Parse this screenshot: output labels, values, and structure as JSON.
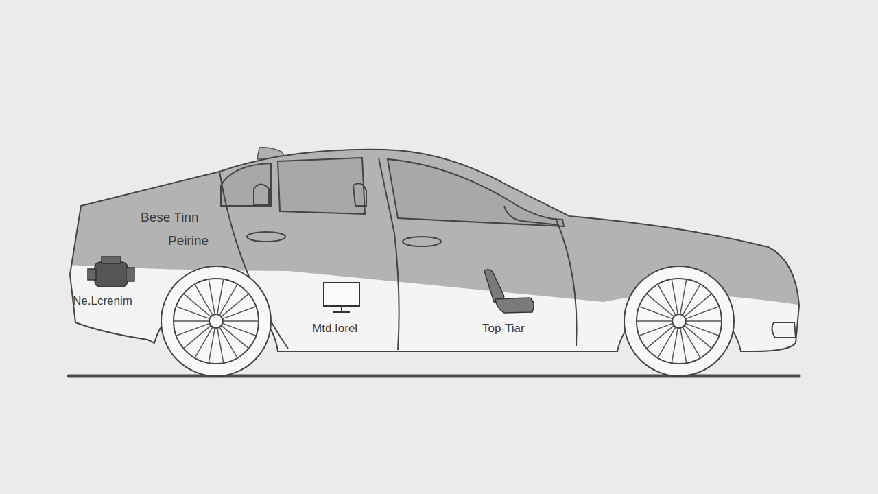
{
  "diagram": {
    "labels": [
      "Bese Tinn",
      "Peirine",
      "Ne.Lcrenim",
      "Mtd.Iorel",
      "Top-Tiar"
    ]
  }
}
